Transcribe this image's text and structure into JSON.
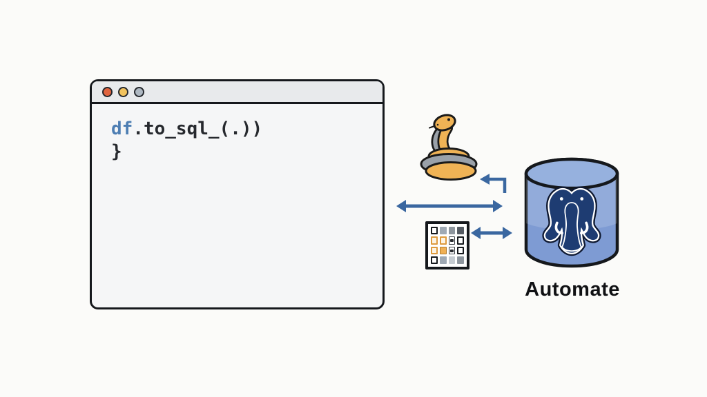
{
  "scene": {
    "background_color": "#fbfbf9",
    "description": "Diagram of automating a pandas DataFrame export from Python to a PostgreSQL database"
  },
  "editor_window": {
    "titlebar": {
      "traffic_lights": [
        {
          "name": "close",
          "color": "#e0643f"
        },
        {
          "name": "minimize",
          "color": "#f2c35e"
        },
        {
          "name": "maximize",
          "color": "#aeb8c2"
        }
      ]
    },
    "code": {
      "line1_keyword": "df",
      "line1_rest": ".to_sql_(.))",
      "line2": "}",
      "keyword_color": "#4d7eb3",
      "text_color": "#26292e"
    }
  },
  "flow": {
    "arrow_color": "#3a67a0",
    "icons": [
      "python-snake-icon",
      "table-grid-icon",
      "return-arrow",
      "bidirectional-arrow-long",
      "bidirectional-arrow-short"
    ],
    "grid_icon_cells": [
      "outline-black",
      "fill-grayblue",
      "fill-gray",
      "fill-dark",
      "outline-orange",
      "outline-orange",
      "glyph",
      "outline-black",
      "outline-orange",
      "fill-orange",
      "glyph",
      "outline-black",
      "outline-black",
      "fill-grayblue",
      "fill-light",
      "fill-gray"
    ]
  },
  "database": {
    "icon": "postgresql-elephant-cylinder",
    "label": "Automate",
    "body_color": "#7e9bd3",
    "top_color": "#96b1de",
    "logo_color": "#1e3c72"
  },
  "snake_colors": {
    "body_yellow": "#f0b355",
    "body_gray": "#9aa1a9",
    "outline": "#1a1a1a"
  }
}
